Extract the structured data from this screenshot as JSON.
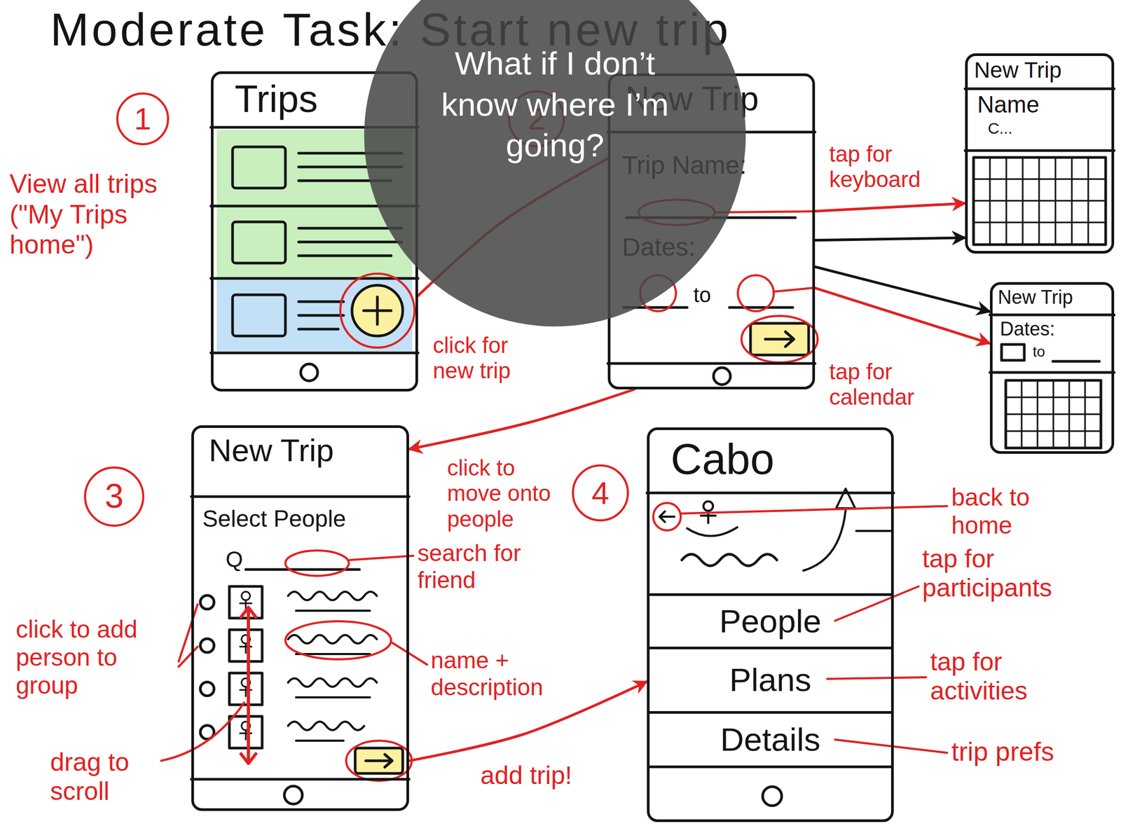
{
  "diagram": {
    "title": "Moderate Task: Start new trip",
    "nodes": [
      {
        "text": [
          "Trips"
        ]
      },
      {
        "text": [
          "What if I don’t know where I’m going?"
        ]
      },
      {
        "text": [
          "New Trip",
          "Trip Name:",
          "Dates:",
          "to"
        ]
      },
      {
        "text": [
          "New Trip",
          "Name",
          "C..."
        ]
      },
      {
        "text": [
          "New Trip",
          "Dates:",
          "to"
        ]
      },
      {
        "text": [
          "New Trip",
          "Select People",
          "Q"
        ]
      },
      {
        "text": [
          "Cabo"
        ]
      },
      {
        "text": [
          "People"
        ],
        "in": 6
      },
      {
        "text": [
          "Plans"
        ],
        "in": 6
      },
      {
        "text": [
          "Details"
        ],
        "in": 6
      }
    ],
    "edges": [
      {
        "from": 0,
        "to": 2,
        "arrow": "none",
        "label": "click for new trip"
      },
      {
        "from": 2,
        "to": 3,
        "arrow": "to",
        "label": "tap for keyboard"
      },
      {
        "from": 2,
        "to": 3,
        "arrow": "to"
      },
      {
        "from": 2,
        "to": 4,
        "arrow": "to"
      },
      {
        "from": 2,
        "to": 4,
        "arrow": "to",
        "label": "tap for calendar"
      },
      {
        "from": 2,
        "to": 5,
        "arrow": "to",
        "label": "click to move onto people"
      },
      {
        "from": 5,
        "to": 6,
        "arrow": "to",
        "label": "add trip!"
      }
    ],
    "labels": [
      "1",
      "View all trips (\"My Trips home\")",
      "2",
      "search for friend",
      "name + description",
      "3",
      "click to add person to group",
      "drag to scroll",
      "4",
      "back to home",
      "tap for participants",
      "tap for activities",
      "trip prefs"
    ]
  }
}
